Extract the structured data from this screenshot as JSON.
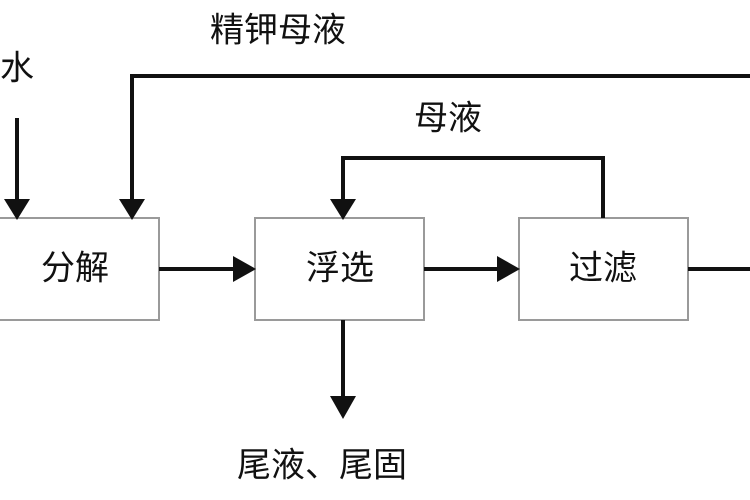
{
  "diagram": {
    "inputs": {
      "water": "水"
    },
    "recycle": {
      "refined_potassium_mother_liquor": "精钾母液",
      "mother_liquor": "母液"
    },
    "steps": {
      "decomposition": "分解",
      "flotation": "浮选",
      "filtration": "过滤"
    },
    "outputs": {
      "tailings": "尾液、尾固"
    },
    "colors": {
      "line": "#111111",
      "box_border": "#9a9a9a",
      "background": "#ffffff"
    }
  }
}
